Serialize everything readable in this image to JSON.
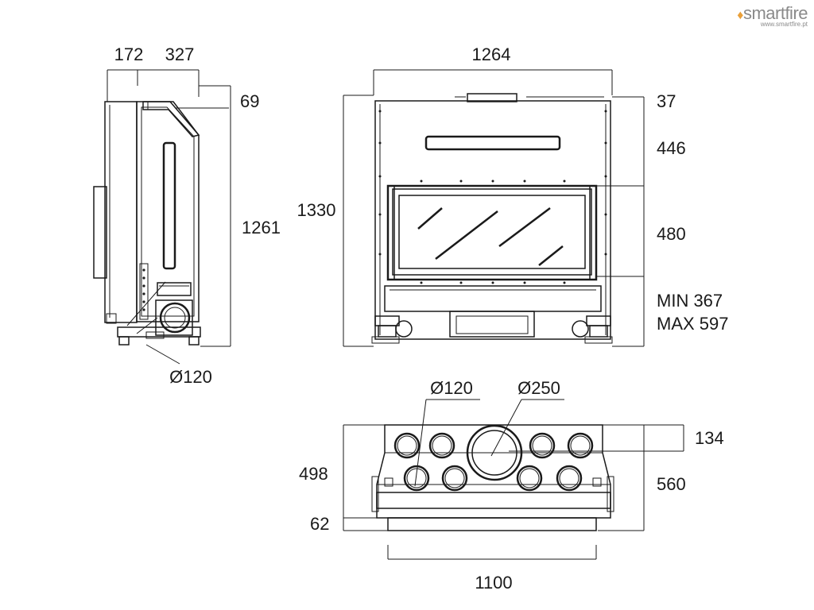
{
  "brand": {
    "name": "smartfire",
    "url": "www.smartfire.pt",
    "accent_color": "#e9a03a",
    "icon": "flame-icon"
  },
  "side_view": {
    "dim_top_left": "172",
    "dim_top_right": "327",
    "dim_top_offset": "69",
    "dim_height": "1261",
    "duct_diameter": "Ø120"
  },
  "front_view": {
    "dim_width": "1264",
    "dim_height": "1330",
    "dim_top": "37",
    "dim_upper": "446",
    "dim_window": "480",
    "dim_base_min": "MIN 367",
    "dim_base_max": "MAX 597"
  },
  "top_view": {
    "duct_small": "Ø120",
    "duct_large": "Ø250",
    "dim_collar": "134",
    "dim_depth_left": "498",
    "dim_depth_right": "560",
    "dim_front_offset": "62",
    "dim_width": "1100"
  },
  "colors": {
    "line": "#1a1a1a",
    "brand_text": "#8a8a8a"
  }
}
